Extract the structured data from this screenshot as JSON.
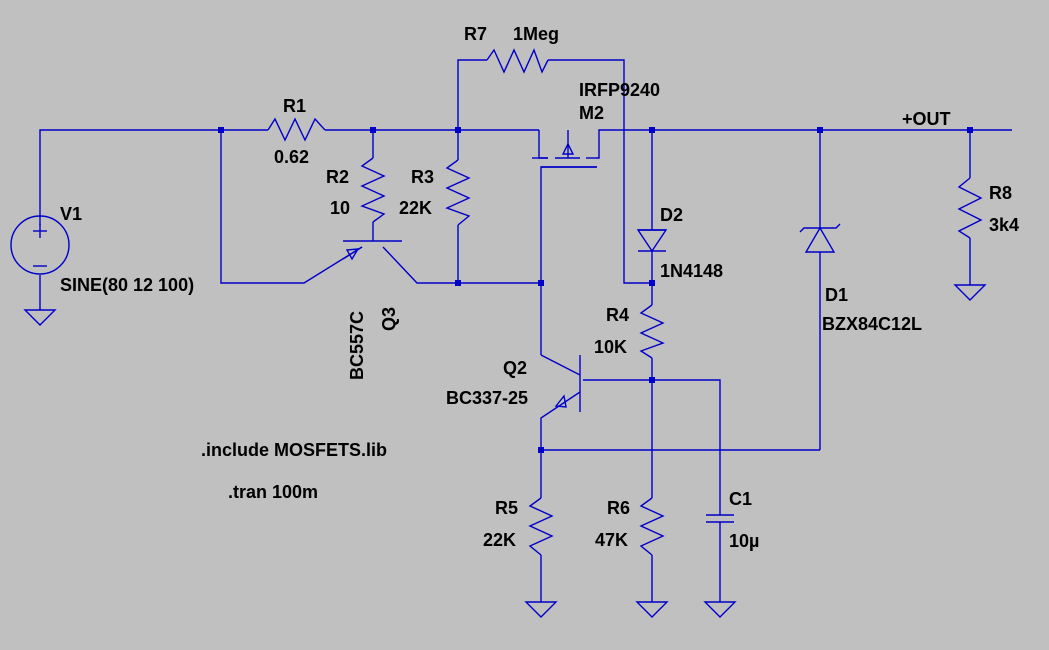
{
  "colors": {
    "background": "#c0c0c0",
    "wire": "#0000c8",
    "text": "#000000"
  },
  "components": {
    "v1": {
      "ref": "V1",
      "value": "SINE(80 12 100)"
    },
    "r1": {
      "ref": "R1",
      "value": "0.62"
    },
    "r2": {
      "ref": "R2",
      "value": "10"
    },
    "r3": {
      "ref": "R3",
      "value": "22K"
    },
    "r4": {
      "ref": "R4",
      "value": "10K"
    },
    "r5": {
      "ref": "R5",
      "value": "22K"
    },
    "r6": {
      "ref": "R6",
      "value": "47K"
    },
    "r7": {
      "ref": "R7",
      "value": "1Meg"
    },
    "r8": {
      "ref": "R8",
      "value": "3k4"
    },
    "m2": {
      "ref": "M2",
      "value": "IRFP9240"
    },
    "q2": {
      "ref": "Q2",
      "value": "BC337-25"
    },
    "q3": {
      "ref": "Q3",
      "value": "BC557C"
    },
    "d1": {
      "ref": "D1",
      "value": "BZX84C12L"
    },
    "d2": {
      "ref": "D2",
      "value": "1N4148"
    },
    "c1": {
      "ref": "C1",
      "value": "10µ"
    }
  },
  "net_labels": {
    "out": "+OUT"
  },
  "directives": {
    "include": ".include MOSFETS.lib",
    "tran": ".tran 100m"
  }
}
